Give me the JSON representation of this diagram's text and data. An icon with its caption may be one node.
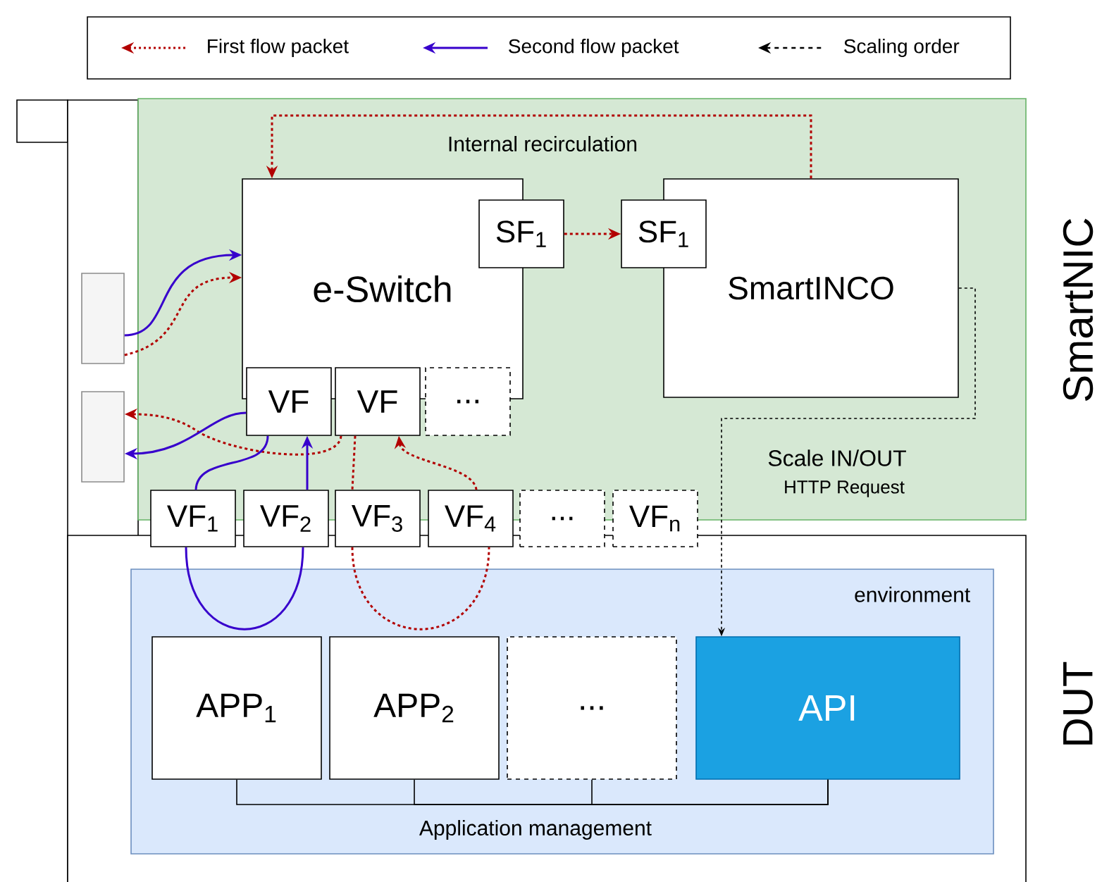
{
  "diagram": {
    "nodes": [
      {
        "text": [
          "SmartNIC"
        ]
      },
      {
        "text": [
          "DUT"
        ]
      },
      {
        "text": [],
        "shape": "box"
      },
      {
        "text": [],
        "shape": "box"
      },
      {
        "text": [
          "e-Switch"
        ],
        "in": 0
      },
      {
        "text": [
          "SF$_{1}$"
        ],
        "in": 0
      },
      {
        "text": [
          "SmartINCO"
        ],
        "in": 0
      },
      {
        "text": [
          "SF$_{1}$"
        ],
        "in": 0
      },
      {
        "text": [
          "VF"
        ],
        "in": 0
      },
      {
        "text": [
          "VF"
        ],
        "in": 0
      },
      {
        "text": [
          "..."
        ],
        "in": 0
      },
      {
        "text": [
          "VF$_{1}$"
        ]
      },
      {
        "text": [
          "VF$_{2}$"
        ]
      },
      {
        "text": [
          "VF$_{3}$"
        ]
      },
      {
        "text": [
          "VF$_{4}$"
        ]
      },
      {
        "text": [
          "..."
        ]
      },
      {
        "text": [
          "VF$_{n}$"
        ]
      },
      {
        "text": [
          "environment"
        ],
        "in": 1
      },
      {
        "text": [
          "APP$_{1}$"
        ],
        "in": 17
      },
      {
        "text": [
          "APP$_{2}$"
        ],
        "in": 17
      },
      {
        "text": [
          "..."
        ],
        "in": 17
      },
      {
        "text": [
          "API"
        ],
        "in": 17
      }
    ],
    "edges": [
      {
        "from": 6,
        "to": 4,
        "arrow": "to",
        "style": "dashed",
        "label": "Internal recirculation"
      },
      {
        "from": 5,
        "to": 7,
        "arrow": "to",
        "style": "dashed"
      },
      {
        "from": 2,
        "to": 4,
        "arrow": "to",
        "style": "dashed"
      },
      {
        "from": 9,
        "to": 3,
        "arrow": "to",
        "style": "dashed"
      },
      {
        "from": 9,
        "to": 13,
        "arrow": "none",
        "style": "dashed"
      },
      {
        "from": 13,
        "to": 14,
        "arrow": "none",
        "style": "dashed"
      },
      {
        "from": 14,
        "to": 9,
        "arrow": "to",
        "style": "dashed"
      },
      {
        "from": 2,
        "to": 4,
        "arrow": "to",
        "color": "#3700cc"
      },
      {
        "from": 8,
        "to": 3,
        "arrow": "to",
        "color": "#3700cc"
      },
      {
        "from": 8,
        "to": 11,
        "arrow": "none",
        "color": "#3700cc"
      },
      {
        "from": 11,
        "to": 12,
        "arrow": "none",
        "color": "#3700cc"
      },
      {
        "from": 12,
        "to": 8,
        "arrow": "to",
        "color": "#3700cc"
      },
      {
        "from": 6,
        "to": 21,
        "arrow": "to",
        "style": "dashed",
        "color": "#000000",
        "label": "Scale IN/OUT"
      },
      {
        "from": 21,
        "to": 18,
        "arrow": "none",
        "color": "#000000"
      },
      {
        "from": 21,
        "to": 19,
        "arrow": "none",
        "color": "#000000"
      },
      {
        "from": 21,
        "to": 20,
        "arrow": "none",
        "color": "#000000"
      }
    ],
    "labels": [
      "HTTP Request",
      "Application management"
    ],
    "legend": [
      {
        "text": "First flow packet"
      },
      {
        "text": "Second flow packet"
      },
      {
        "text": "Scaling order"
      }
    ]
  }
}
